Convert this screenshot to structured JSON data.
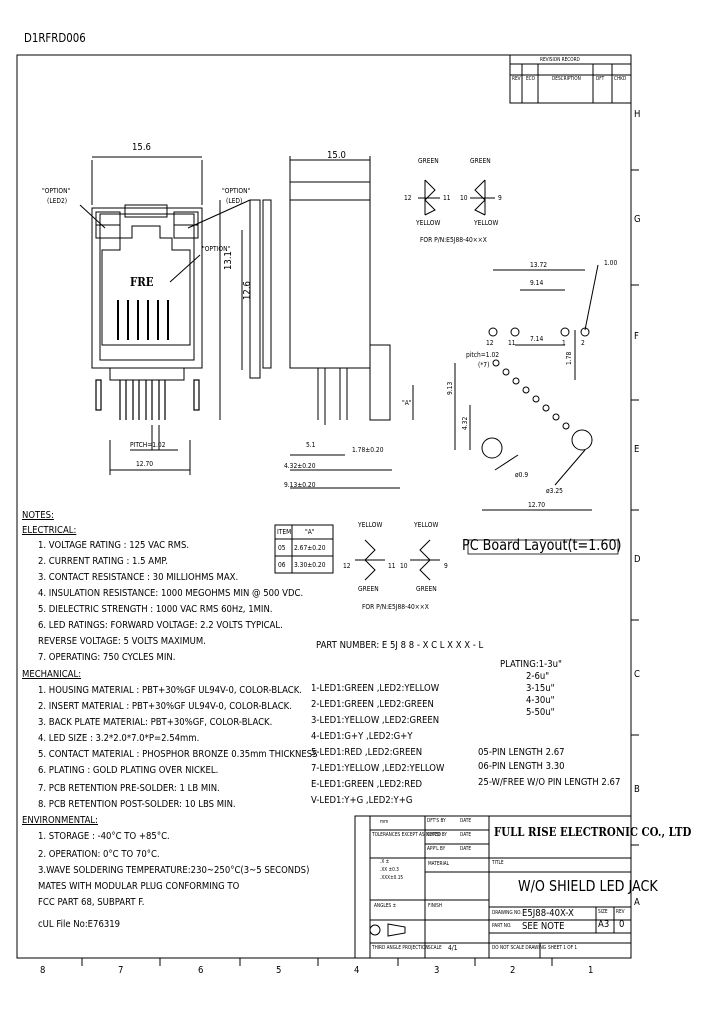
{
  "doc_id": "D1RFRD006",
  "revision": {
    "title": "REVISION RECORD",
    "headers": [
      "REV",
      "ECO",
      "DESCRIPTION",
      "DFT",
      "CHKD"
    ]
  },
  "border_letters": [
    "H",
    "G",
    "F",
    "E",
    "D",
    "C",
    "B",
    "A"
  ],
  "border_numbers": [
    "8",
    "7",
    "6",
    "5",
    "4",
    "3",
    "2",
    "1"
  ],
  "front_view": {
    "width_dim": "15.6",
    "option_led2": "\"OPTION\"",
    "led2": "(LED2)",
    "option_led": "\"OPTION\"",
    "led": "(LED)",
    "option": "\"OPTION\"",
    "logo": "FRE",
    "pitch": "PITCH=1.02",
    "width_bottom": "12.70"
  },
  "side_view": {
    "depth_dim": "15.0",
    "height1": "13.1",
    "height2": "12.6",
    "dim_a": "\"A\"",
    "dim_51": "5.1",
    "dim_178": "1.78±0.20",
    "dim_432": "4.32±0.20",
    "dim_913": "9.13±0.20"
  },
  "led_schematic_top": {
    "green1": "GREEN",
    "yellow1": "YELLOW",
    "green2": "GREEN",
    "yellow2": "YELLOW",
    "pins": [
      "12",
      "11",
      "10",
      "9"
    ],
    "pn_note": "FOR P/N:E5J88-40××X"
  },
  "pcb_layout": {
    "d1372": "13.72",
    "d914": "9.14",
    "d100": "1.00",
    "d714": "7.14",
    "d178": "1.78",
    "pitch_label": "pitch=1.02",
    "star7": "(*7)",
    "d913": "9.13",
    "d432": "4.32",
    "hole09": "ø0.9",
    "hole325": "ø3.25",
    "d1270": "12.70",
    "pin_labels": [
      "12",
      "11",
      "1",
      "2"
    ],
    "title": "PC Board Layout(t=1.60)"
  },
  "item_table": {
    "headers": [
      "ITEM",
      "\"A\""
    ],
    "rows": [
      [
        "05",
        "2.67±0.20"
      ],
      [
        "06",
        "3.30±0.20"
      ]
    ]
  },
  "led_schematic_mid": {
    "yellow1": "YELLOW",
    "yellow2": "YELLOW",
    "green1": "GREEN",
    "green2": "GREEN",
    "pins": [
      "12",
      "11",
      "10",
      "9"
    ],
    "pn_note": "FOR P/N:E5J88-40××X"
  },
  "notes": {
    "title": "NOTES:",
    "electrical_title": "ELECTRICAL:",
    "electrical": [
      "1. VOLTAGE RATING          : 125 VAC RMS.",
      "2. CURRENT RATING          : 1.5 AMP.",
      "3. CONTACT RESISTANCE   : 30 MILLIOHMS MAX.",
      "4. INSULATION RESISTANCE: 1000 MEGOHMS MIN @ 500 VDC.",
      "5. DIELECTRIC STRENGTH   : 1000 VAC RMS 60Hz, 1MIN.",
      "6. LED RATINGS: FORWARD VOLTAGE: 2.2 VOLTS TYPICAL.",
      "                          REVERSE VOLTAGE: 5 VOLTS MAXIMUM.",
      "7. OPERATING: 750 CYCLES MIN."
    ],
    "mechanical_title": "MECHANICAL:",
    "mechanical": [
      "1. HOUSING MATERIAL    : PBT+30%GF UL94V-0, COLOR-BLACK.",
      "2. INSERT MATERIAL      : PBT+30%GF UL94V-0, COLOR-BLACK.",
      "3. BACK PLATE MATERIAL: PBT+30%GF, COLOR-BLACK.",
      "4. LED SIZE                   : 3.2*2.0*7.0*P=2.54mm.",
      "5. CONTACT MATERIAL     : PHOSPHOR BRONZE 0.35mm THICKNESS",
      "6. PLATING                    : GOLD PLATING OVER NICKEL.",
      "7. PCB RETENTION PRE-SOLDER: 1 LB MIN.",
      "8. PCB RETENTION POST-SOLDER: 10 LBS MIN."
    ],
    "environmental_title": "ENVIRONMENTAL:",
    "environmental": [
      "1. STORAGE  : -40°C TO +85°C.",
      "2. OPERATION: 0°C TO 70°C.",
      "3.WAVE SOLDERING TEMPERATURE:230~250°C(3~5 SECONDS)",
      "  MATES WITH MODULAR PLUG CONFORMING TO",
      "    FCC PART 68, SUBPART F.",
      "cUL File No:E76319"
    ]
  },
  "part_number": {
    "label": "PART NUMBER: E 5J 8 8 - X C L X X X - L",
    "plating_title": "PLATING:1-3u\"",
    "plating": [
      "2-6u\"",
      "3-15u\"",
      "4-30u\"",
      "5-50u\""
    ],
    "led_options": [
      "1-LED1:GREEN ,LED2:YELLOW",
      "2-LED1:GREEN ,LED2:GREEN",
      "3-LED1:YELLOW ,LED2:GREEN",
      "4-LED1:G+Y   ,LED2:G+Y",
      "5-LED1:RED    ,LED2:GREEN",
      "7-LED1:YELLOW ,LED2:YELLOW",
      "E-LED1:GREEN ,LED2:RED",
      "V-LED1:Y+G     ,LED2:Y+G"
    ],
    "pin_options": [
      "05-PIN LENGTH 2.67",
      "06-PIN LENGTH 3.30",
      "25-W/FREE W/O PIN LENGTH 2.67"
    ]
  },
  "title_block": {
    "company": "FULL RISE ELECTRONIC CO., LTD",
    "title_label": "TITLE",
    "title": "W/O SHIELD LED JACK",
    "drawing_no_label": "DRAWING NO.",
    "drawing_no": "E5J88-40X-X",
    "part_no_label": "PART NO.",
    "part_no": "SEE NOTE",
    "size_label": "SIZE",
    "size": "A3",
    "rev_label": "REV",
    "rev": "0",
    "scale_label": "SCALE",
    "scale": "4/1",
    "sheet": "SHEET   1   OF   1",
    "do_not_scale": "DO NOT SCALE DRAWING",
    "material_label": "MATERIAL",
    "finish_label": "FINISH",
    "angles": "ANGLES  ±",
    "third_angle": "THIRD ANGLE PROJECTION",
    "tol_title": "TOLERANCES EXCEPT AS NOTED",
    "tol_rows": [
      ".X  ±",
      ".XX ±0.3",
      ".XXX±0.15"
    ],
    "signoff": [
      "DFT'S BY",
      "CHK'D BY",
      "APP'L BY"
    ],
    "dates": [
      "DATE",
      "DATE",
      "DATE"
    ],
    "unit": "mm"
  }
}
